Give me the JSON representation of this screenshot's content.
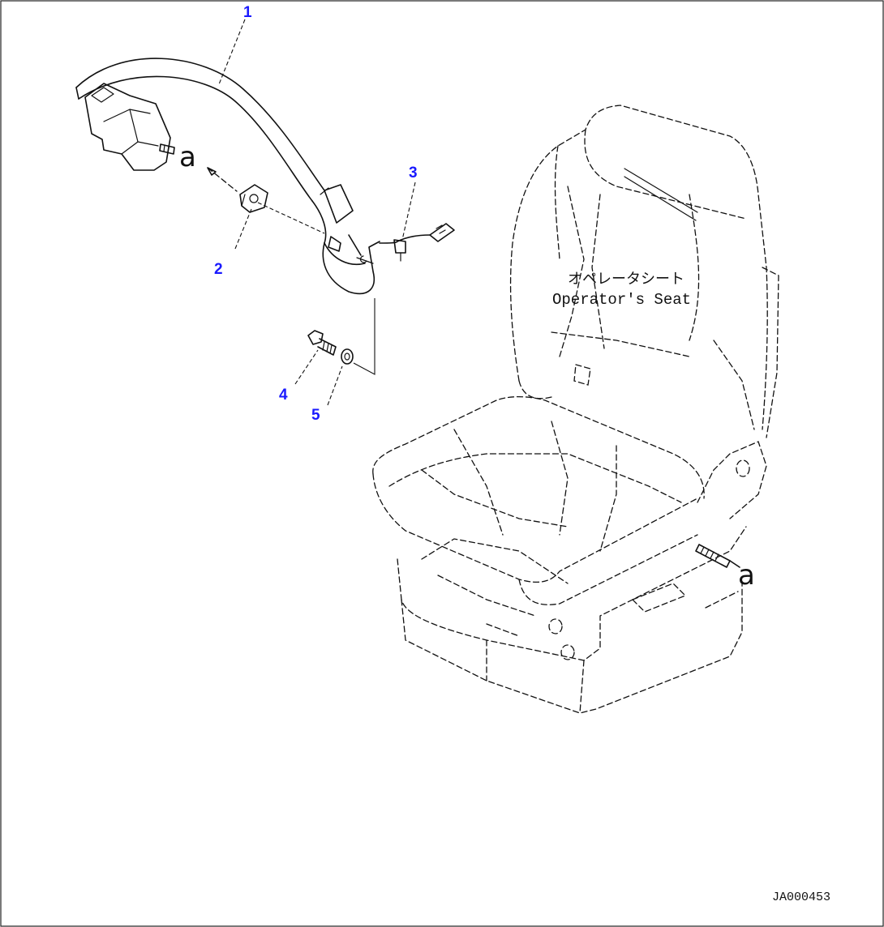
{
  "callouts": {
    "c1": "1",
    "c2": "2",
    "c3": "3",
    "c4": "4",
    "c5": "5"
  },
  "markers": {
    "a_top": "a",
    "a_seat": "a"
  },
  "seat_label": {
    "japanese": "オペレータシート",
    "english": "Operator's Seat"
  },
  "drawing_code": "JA000453",
  "colors": {
    "callout": "#1a1aff",
    "line": "#111111",
    "background": "#ffffff"
  }
}
